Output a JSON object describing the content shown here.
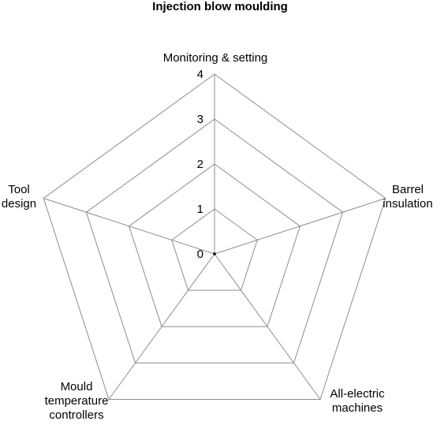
{
  "chart_data": {
    "type": "radar",
    "title": "Injection blow moulding",
    "axes": [
      [
        "Monitoring & setting"
      ],
      [
        "Barrel",
        "insulation"
      ],
      [
        "All-electric",
        "machines"
      ],
      [
        "Mould",
        "temperature",
        "controllers"
      ],
      [
        "Tool",
        "design"
      ]
    ],
    "rlim": [
      0,
      4
    ],
    "ticks": [
      "0",
      "1",
      "2",
      "3",
      "4"
    ],
    "grid": true,
    "series": [
      {
        "values": [
          0,
          0,
          0,
          0,
          0
        ]
      }
    ]
  }
}
